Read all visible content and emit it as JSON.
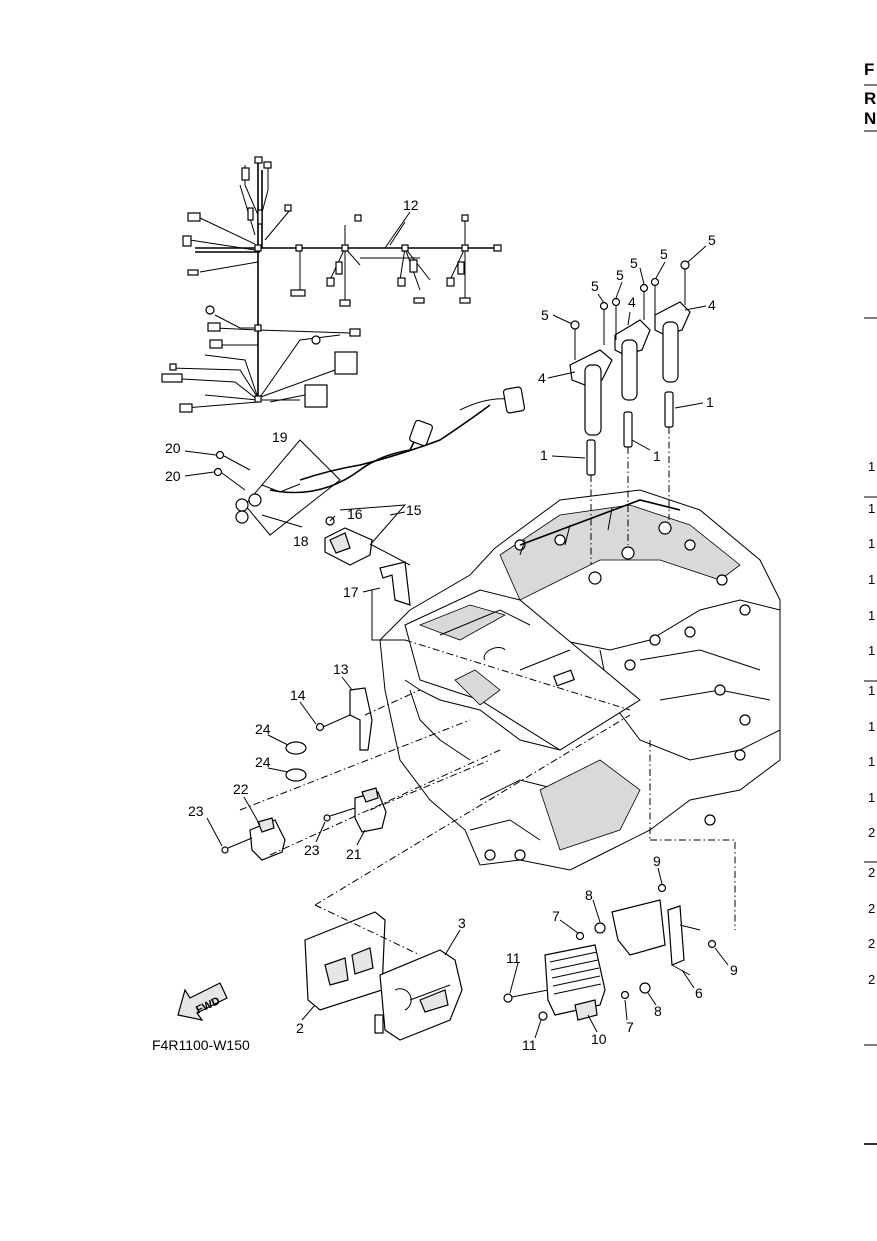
{
  "figure_code": "F4R1100-W150",
  "fwd_label": "FWD",
  "header_letters": [
    "F",
    "R",
    "N"
  ],
  "side_numbers": [
    "1",
    "1",
    "1",
    "1",
    "1",
    "1",
    "1",
    "1",
    "1",
    "1",
    "2",
    "2",
    "2",
    "2",
    "2"
  ],
  "callouts": {
    "c1a": "1",
    "c1b": "1",
    "c1c": "1",
    "c2": "2",
    "c3": "3",
    "c4a": "4",
    "c4b": "4",
    "c4c": "4",
    "c5a": "5",
    "c5b": "5",
    "c5c": "5",
    "c5d": "5",
    "c5e": "5",
    "c6": "6",
    "c7a": "7",
    "c7b": "7",
    "c8a": "8",
    "c8b": "8",
    "c9a": "9",
    "c9b": "9",
    "c10": "10",
    "c11a": "11",
    "c11b": "11",
    "c12": "12",
    "c13": "13",
    "c14": "14",
    "c15": "15",
    "c16": "16",
    "c17": "17",
    "c18": "18",
    "c19": "19",
    "c20a": "20",
    "c20b": "20",
    "c21": "21",
    "c22": "22",
    "c23a": "23",
    "c23b": "23",
    "c24a": "24",
    "c24b": "24"
  },
  "colors": {
    "line": "#000000",
    "background": "#ffffff",
    "shade": "#d9d9d9"
  }
}
